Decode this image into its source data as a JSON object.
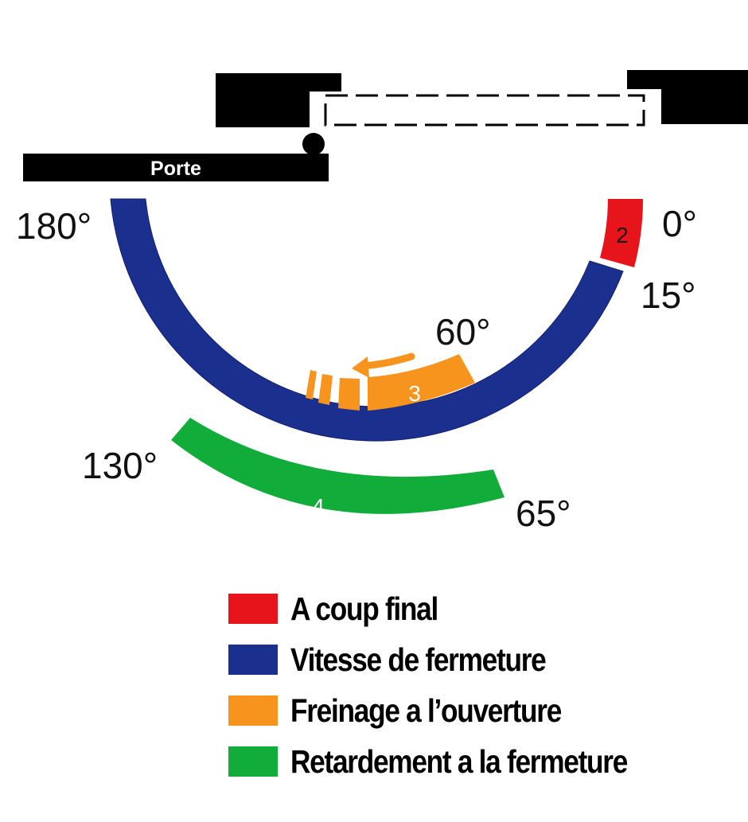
{
  "diagram": {
    "door_label": "Porte",
    "angles": {
      "a180": "180°",
      "a0": "0°",
      "a15": "15°",
      "a60": "60°",
      "a130": "130°",
      "a65": "65°"
    },
    "zones": [
      {
        "id": "1",
        "name": "Vitesse de fermeture",
        "color": "#1b2f8f",
        "from_deg": 180,
        "to_deg": 15
      },
      {
        "id": "2",
        "name": "A coup final",
        "color": "#e8141b",
        "from_deg": 15,
        "to_deg": 0
      },
      {
        "id": "3",
        "name": "Freinage a l’ouverture",
        "color": "#f7941d",
        "from_deg": 60,
        "to_deg": null
      },
      {
        "id": "4",
        "name": "Retardement a la fermeture",
        "color": "#12ac3a",
        "from_deg": 130,
        "to_deg": 65
      }
    ]
  },
  "legend": {
    "items": [
      {
        "label": "A coup final",
        "color": "#e8141b"
      },
      {
        "label": "Vitesse de fermeture",
        "color": "#1b2f8f"
      },
      {
        "label": "Freinage a l’ouverture",
        "color": "#f7941d"
      },
      {
        "label": "Retardement a la fermeture",
        "color": "#12ac3a"
      }
    ]
  }
}
